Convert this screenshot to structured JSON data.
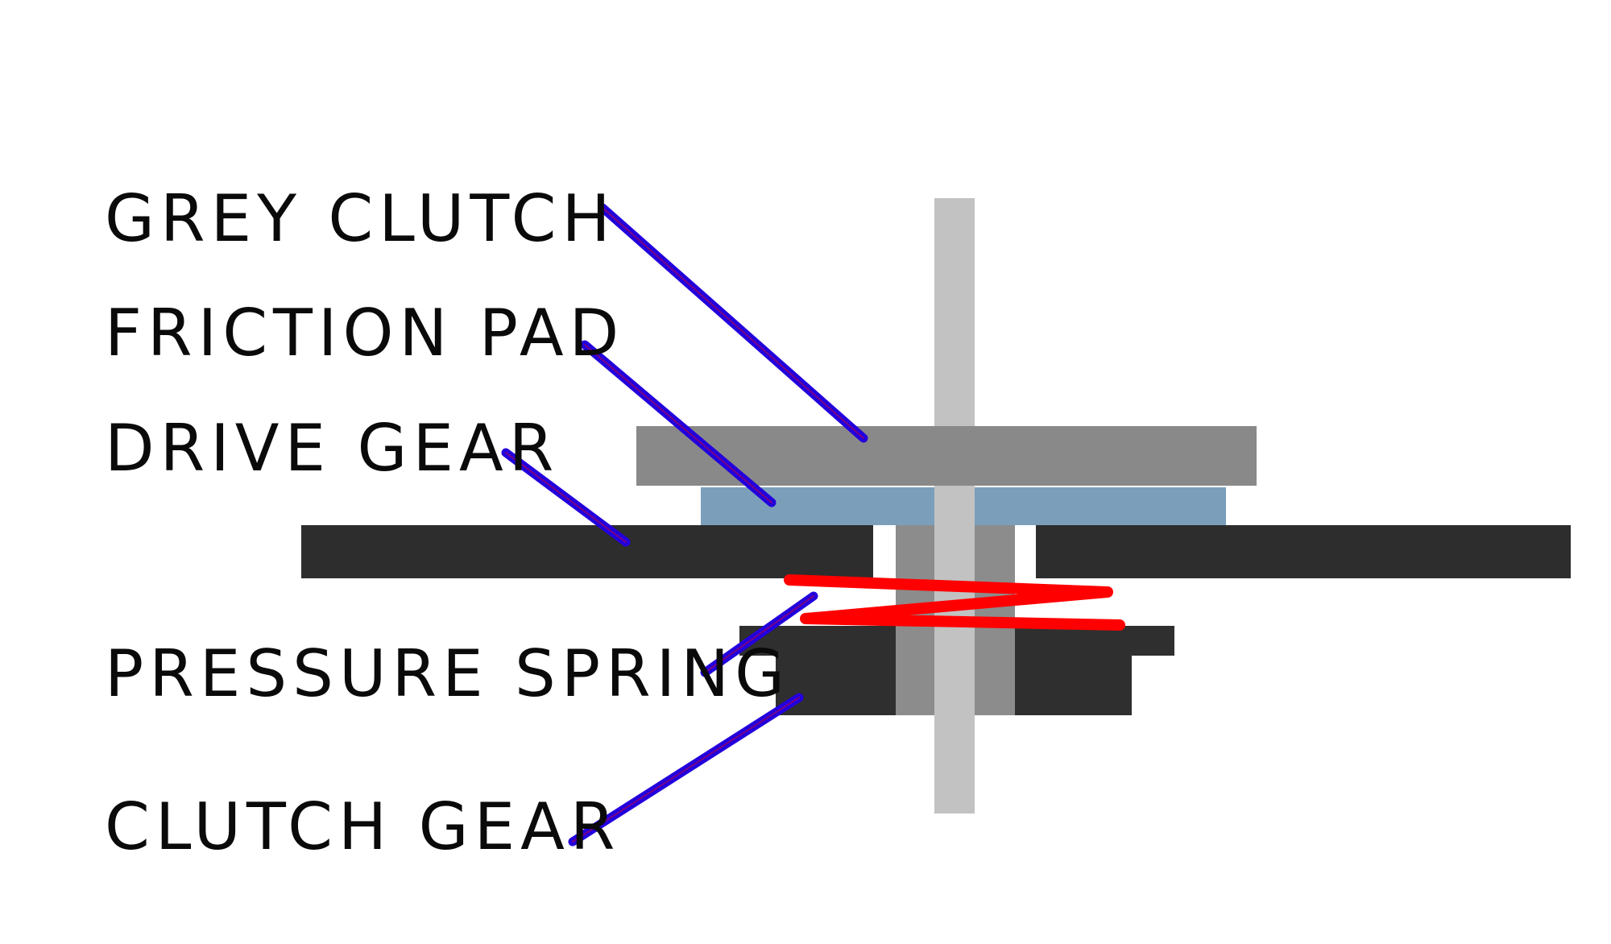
{
  "labels": {
    "grey_clutch": "GREY CLUTCH",
    "friction_pad": "FRICTION PAD",
    "drive_gear": "DRIVE GEAR",
    "pressure_spring": "PRESSURE SPRING",
    "clutch_gear": "CLUTCH GEAR"
  },
  "colors": {
    "background": "#ffffff",
    "text": "#0a0a0a",
    "leader_line": "#2200dd",
    "leader_line_core": "#cc0033",
    "shaft": "#c2c2c2",
    "grey_clutch": "#898989",
    "friction_pad": "#7b9fba",
    "drive_gear": "#2d2d2d",
    "hub": "#8c8c8c",
    "spring": "#ff0000",
    "clutch_gear": "#2f2f2f"
  }
}
